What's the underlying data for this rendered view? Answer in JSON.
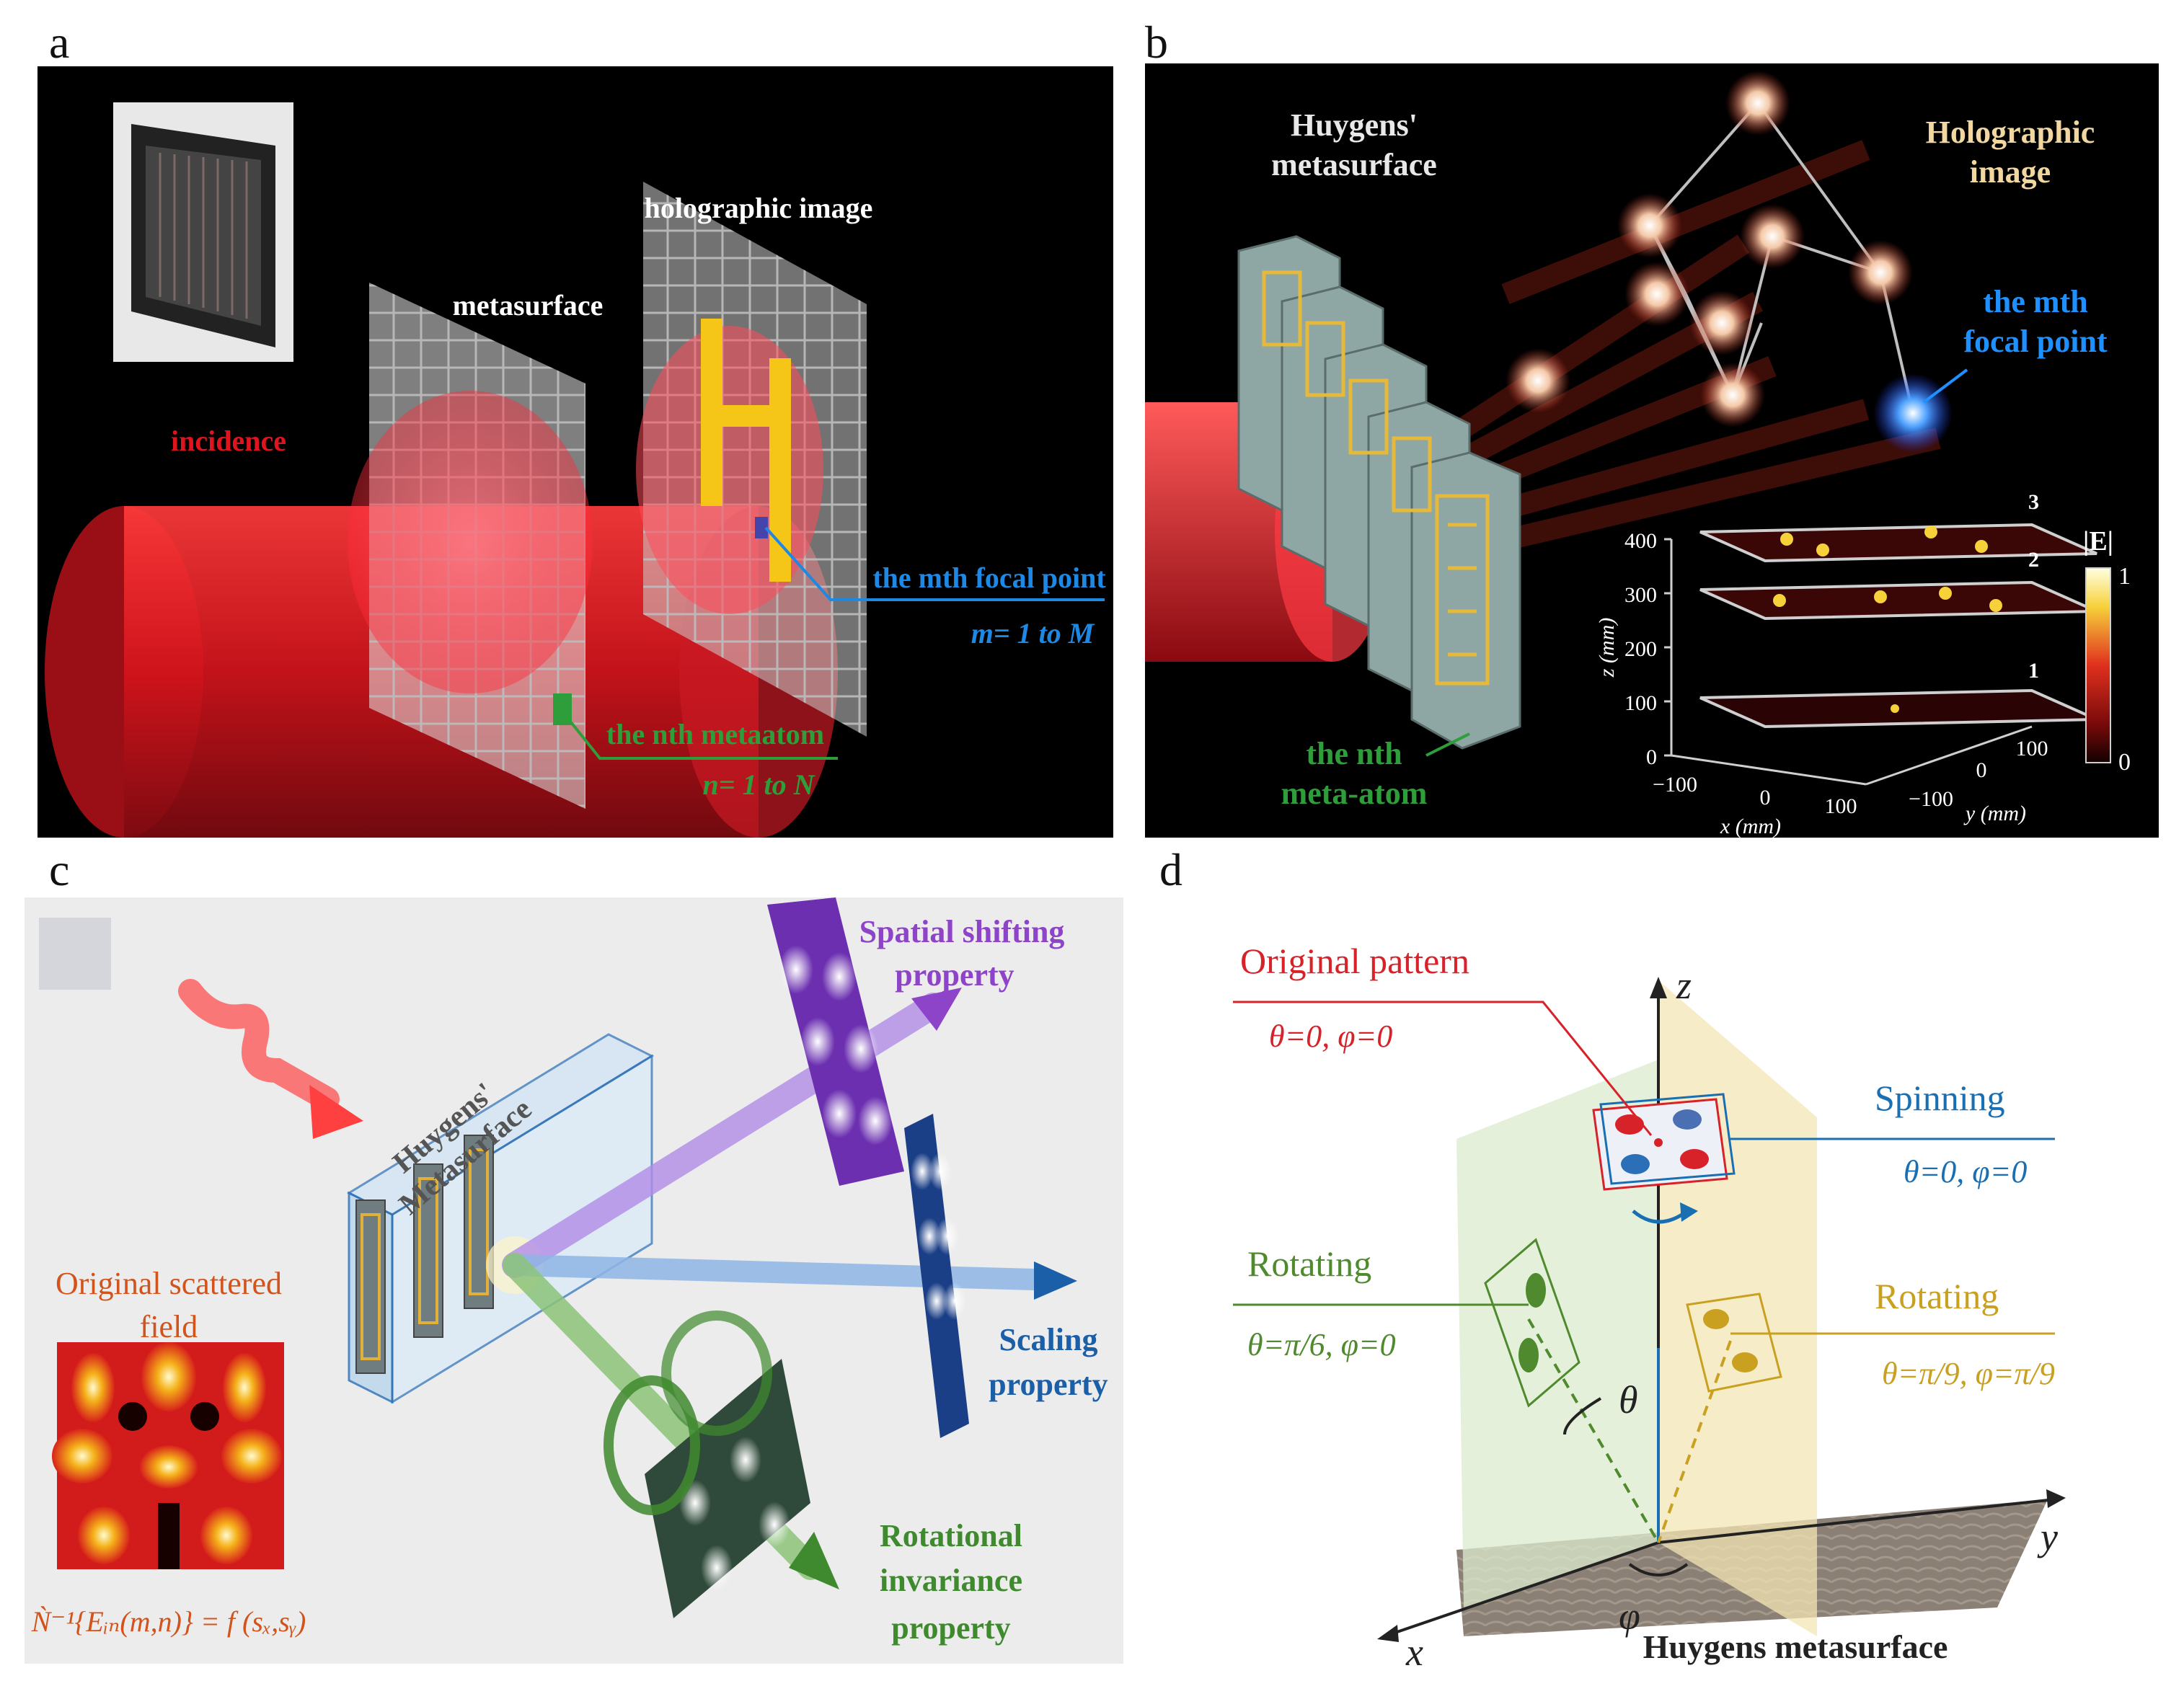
{
  "panels": {
    "a": {
      "label": "a",
      "texts": {
        "holo": "holographic image",
        "meta": "metasurface",
        "incidence": "incidence",
        "focal": "the mth focal point",
        "focal_range": "m= 1 to M",
        "atom": "the nth metaatom",
        "atom_range": "n= 1 to N"
      },
      "colors": {
        "bg": "#000000",
        "beam": "#e0141e",
        "focal": "#1e88e5",
        "atom": "#2e9e3a"
      }
    },
    "b": {
      "label": "b",
      "texts": {
        "meta": [
          "Huygens'",
          "metasurface"
        ],
        "holo": [
          "Holographic",
          "image"
        ],
        "focal": [
          "the mth",
          "focal point"
        ],
        "atom": [
          "the nth",
          "meta-atom"
        ],
        "zlabel": "z (mm)",
        "xlabel": "x (mm)",
        "ylabel": "y (mm)",
        "zticks": [
          "0",
          "100",
          "200",
          "300",
          "400"
        ],
        "xticks": [
          "−100",
          "0",
          "100"
        ],
        "yticks": [
          "−100",
          "0",
          "100"
        ],
        "planes": [
          "1",
          "2",
          "3"
        ],
        "colorbar_title": "|E|",
        "colorbar_ticks": [
          "1",
          "0"
        ]
      },
      "colors": {
        "bg": "#000000",
        "holo": "#f2d7a0",
        "focal": "#1e90ff",
        "atom": "#2e9e3a"
      }
    },
    "c": {
      "label": "c",
      "texts": {
        "meta": [
          "Huygens'",
          "Metasurface"
        ],
        "spatial": [
          "Spatial shifting",
          "property"
        ],
        "scaling": [
          "Scaling",
          "property"
        ],
        "rotational": [
          "Rotational",
          "invariance",
          "property"
        ],
        "original": [
          "Original scattered",
          "field"
        ],
        "formula": "Ǹ⁻¹{Eᵢₙ(m,n)} = f (sₓ,sᵧ)"
      },
      "colors": {
        "bg": "#ececec",
        "spatial": "#8e44c8",
        "scaling": "#1b5fa8",
        "rotational": "#3f8a2e",
        "original": "#d2531b"
      }
    },
    "d": {
      "label": "d",
      "texts": {
        "original": "Original pattern",
        "original_eq": "θ=0, φ=0",
        "spinning": "Spinning",
        "spinning_eq": "θ=0, φ=0",
        "rot_left": "Rotating",
        "rot_left_eq": "θ=π/6, φ=0",
        "rot_right": "Rotating",
        "rot_right_eq": "θ=π/9, φ=π/9",
        "theta": "θ",
        "phi": "φ",
        "x": "x",
        "y": "y",
        "z": "z",
        "surface": "Huygens metasurface"
      },
      "colors": {
        "original": "#d8222a",
        "spinning": "#1a6fb3",
        "rot_left": "#4f8a2e",
        "rot_right": "#c9a020"
      }
    }
  }
}
